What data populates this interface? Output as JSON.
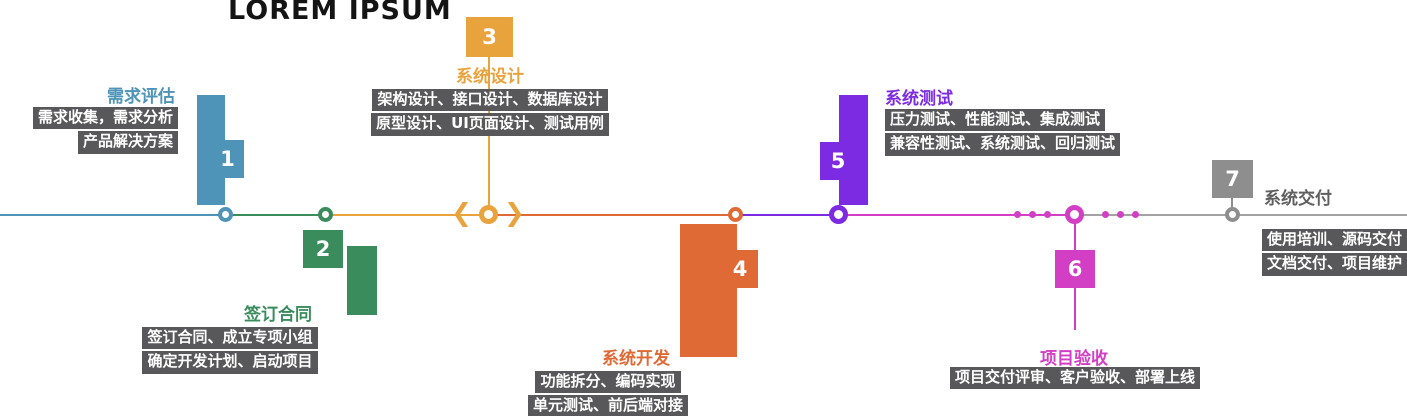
{
  "header": {
    "title": "LOREM IPSUM"
  },
  "icons": {
    "chevron_left": "❮",
    "chevron_right": "❯"
  },
  "colors": {
    "stage1": "#4d94b8",
    "stage2": "#3a8c5c",
    "stage3": "#e8a33d",
    "stage4": "#e06a35",
    "stage5": "#7c2be2",
    "stage6": "#d23fc4",
    "stage7": "#8e8e8e",
    "desc_background": "#58585b",
    "tail_line": "#a2a2a2"
  },
  "stages": [
    {
      "number": "1",
      "title": "需求评估",
      "desc1": "需求收集，需求分析",
      "desc2": "产品解决方案"
    },
    {
      "number": "2",
      "title": "签订合同",
      "desc1": "签订合同、成立专项小组",
      "desc2": "确定开发计划、启动项目"
    },
    {
      "number": "3",
      "title": "系统设计",
      "desc1": "架构设计、接口设计、数据库设计",
      "desc2": "原型设计、UI页面设计、测试用例"
    },
    {
      "number": "4",
      "title": "系统开发",
      "desc1": "功能拆分、编码实现",
      "desc2": "单元测试、前后端对接"
    },
    {
      "number": "5",
      "title": "系统测试",
      "desc1": "压力测试、性能测试、集成测试",
      "desc2": "兼容性测试、系统测试、回归测试"
    },
    {
      "number": "6",
      "title": "项目验收",
      "desc1": "项目交付评审、客户验收、部署上线"
    },
    {
      "number": "7",
      "title": "系统交付",
      "desc1": "使用培训、源码交付",
      "desc2": "文档交付、项目维护"
    }
  ]
}
